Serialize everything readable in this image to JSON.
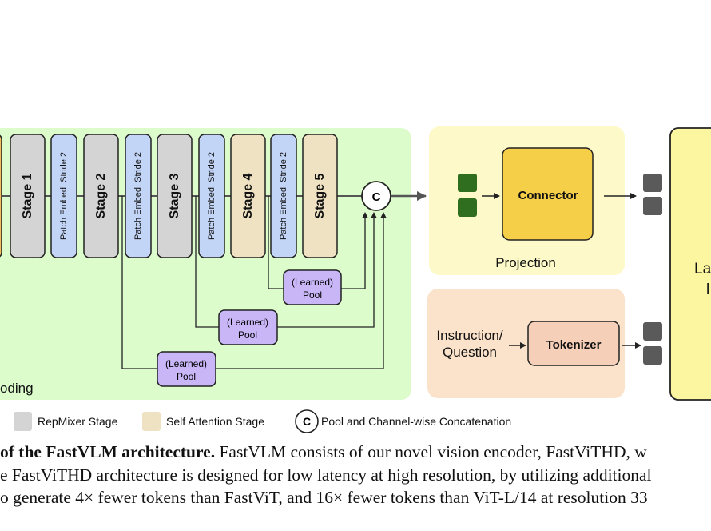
{
  "colors": {
    "encoder_panel": "#dcfccc",
    "repmixer_stage": "#d4d4d4",
    "patch_embed": "#c3d5f7",
    "self_attention_stage": "#efe2c3",
    "pool": "#c8b6f6",
    "projection_panel": "#fdf9c8",
    "connector": "#f6cf48",
    "instruction_panel": "#fbe3cb",
    "tokenizer": "#f6cfb8",
    "llm": "#fdf6a0",
    "visual_token": "#2f6e1f",
    "output_token": "#5a5a5a"
  },
  "encoder": {
    "label_partial": "oding",
    "blocks": [
      {
        "label": "Stage 1",
        "type": "repmixer"
      },
      {
        "label": "Patch Embed. Stride 2",
        "type": "patch"
      },
      {
        "label": "Stage 2",
        "type": "repmixer"
      },
      {
        "label": "Patch Embed. Stride 2",
        "type": "patch"
      },
      {
        "label": "Stage 3",
        "type": "repmixer"
      },
      {
        "label": "Patch Embed. Stride 2",
        "type": "patch"
      },
      {
        "label": "Stage 4",
        "type": "attention"
      },
      {
        "label": "Patch Embed. Stride 2",
        "type": "patch"
      },
      {
        "label": "Stage 5",
        "type": "attention"
      }
    ],
    "pools": [
      {
        "line1": "(Learned)",
        "line2": "Pool"
      },
      {
        "line1": "(Learned)",
        "line2": "Pool"
      },
      {
        "line1": "(Learned)",
        "line2": "Pool"
      }
    ],
    "concat_symbol": "C"
  },
  "projection": {
    "label": "Projection",
    "connector": "Connector"
  },
  "instruction": {
    "line1": "Instruction/",
    "line2": "Question",
    "tokenizer": "Tokenizer"
  },
  "llm": {
    "line1_partial": "La",
    "line2_partial": "l"
  },
  "legend": {
    "repmixer": "RepMixer Stage",
    "attention": "Self Attention Stage",
    "concat_symbol": "C",
    "concat": "Pool and Channel-wise Concatenation"
  },
  "caption": {
    "line1_bold": "of the FastVLM architecture.",
    "line1_rest": " FastVLM consists of our novel vision encoder, FastViTHD, w",
    "line2": "e FastViTHD architecture is designed for low latency at high resolution, by utilizing additional",
    "line3": "o generate 4× fewer tokens than FastViT, and 16× fewer tokens than ViT-L/14 at resolution 33"
  }
}
